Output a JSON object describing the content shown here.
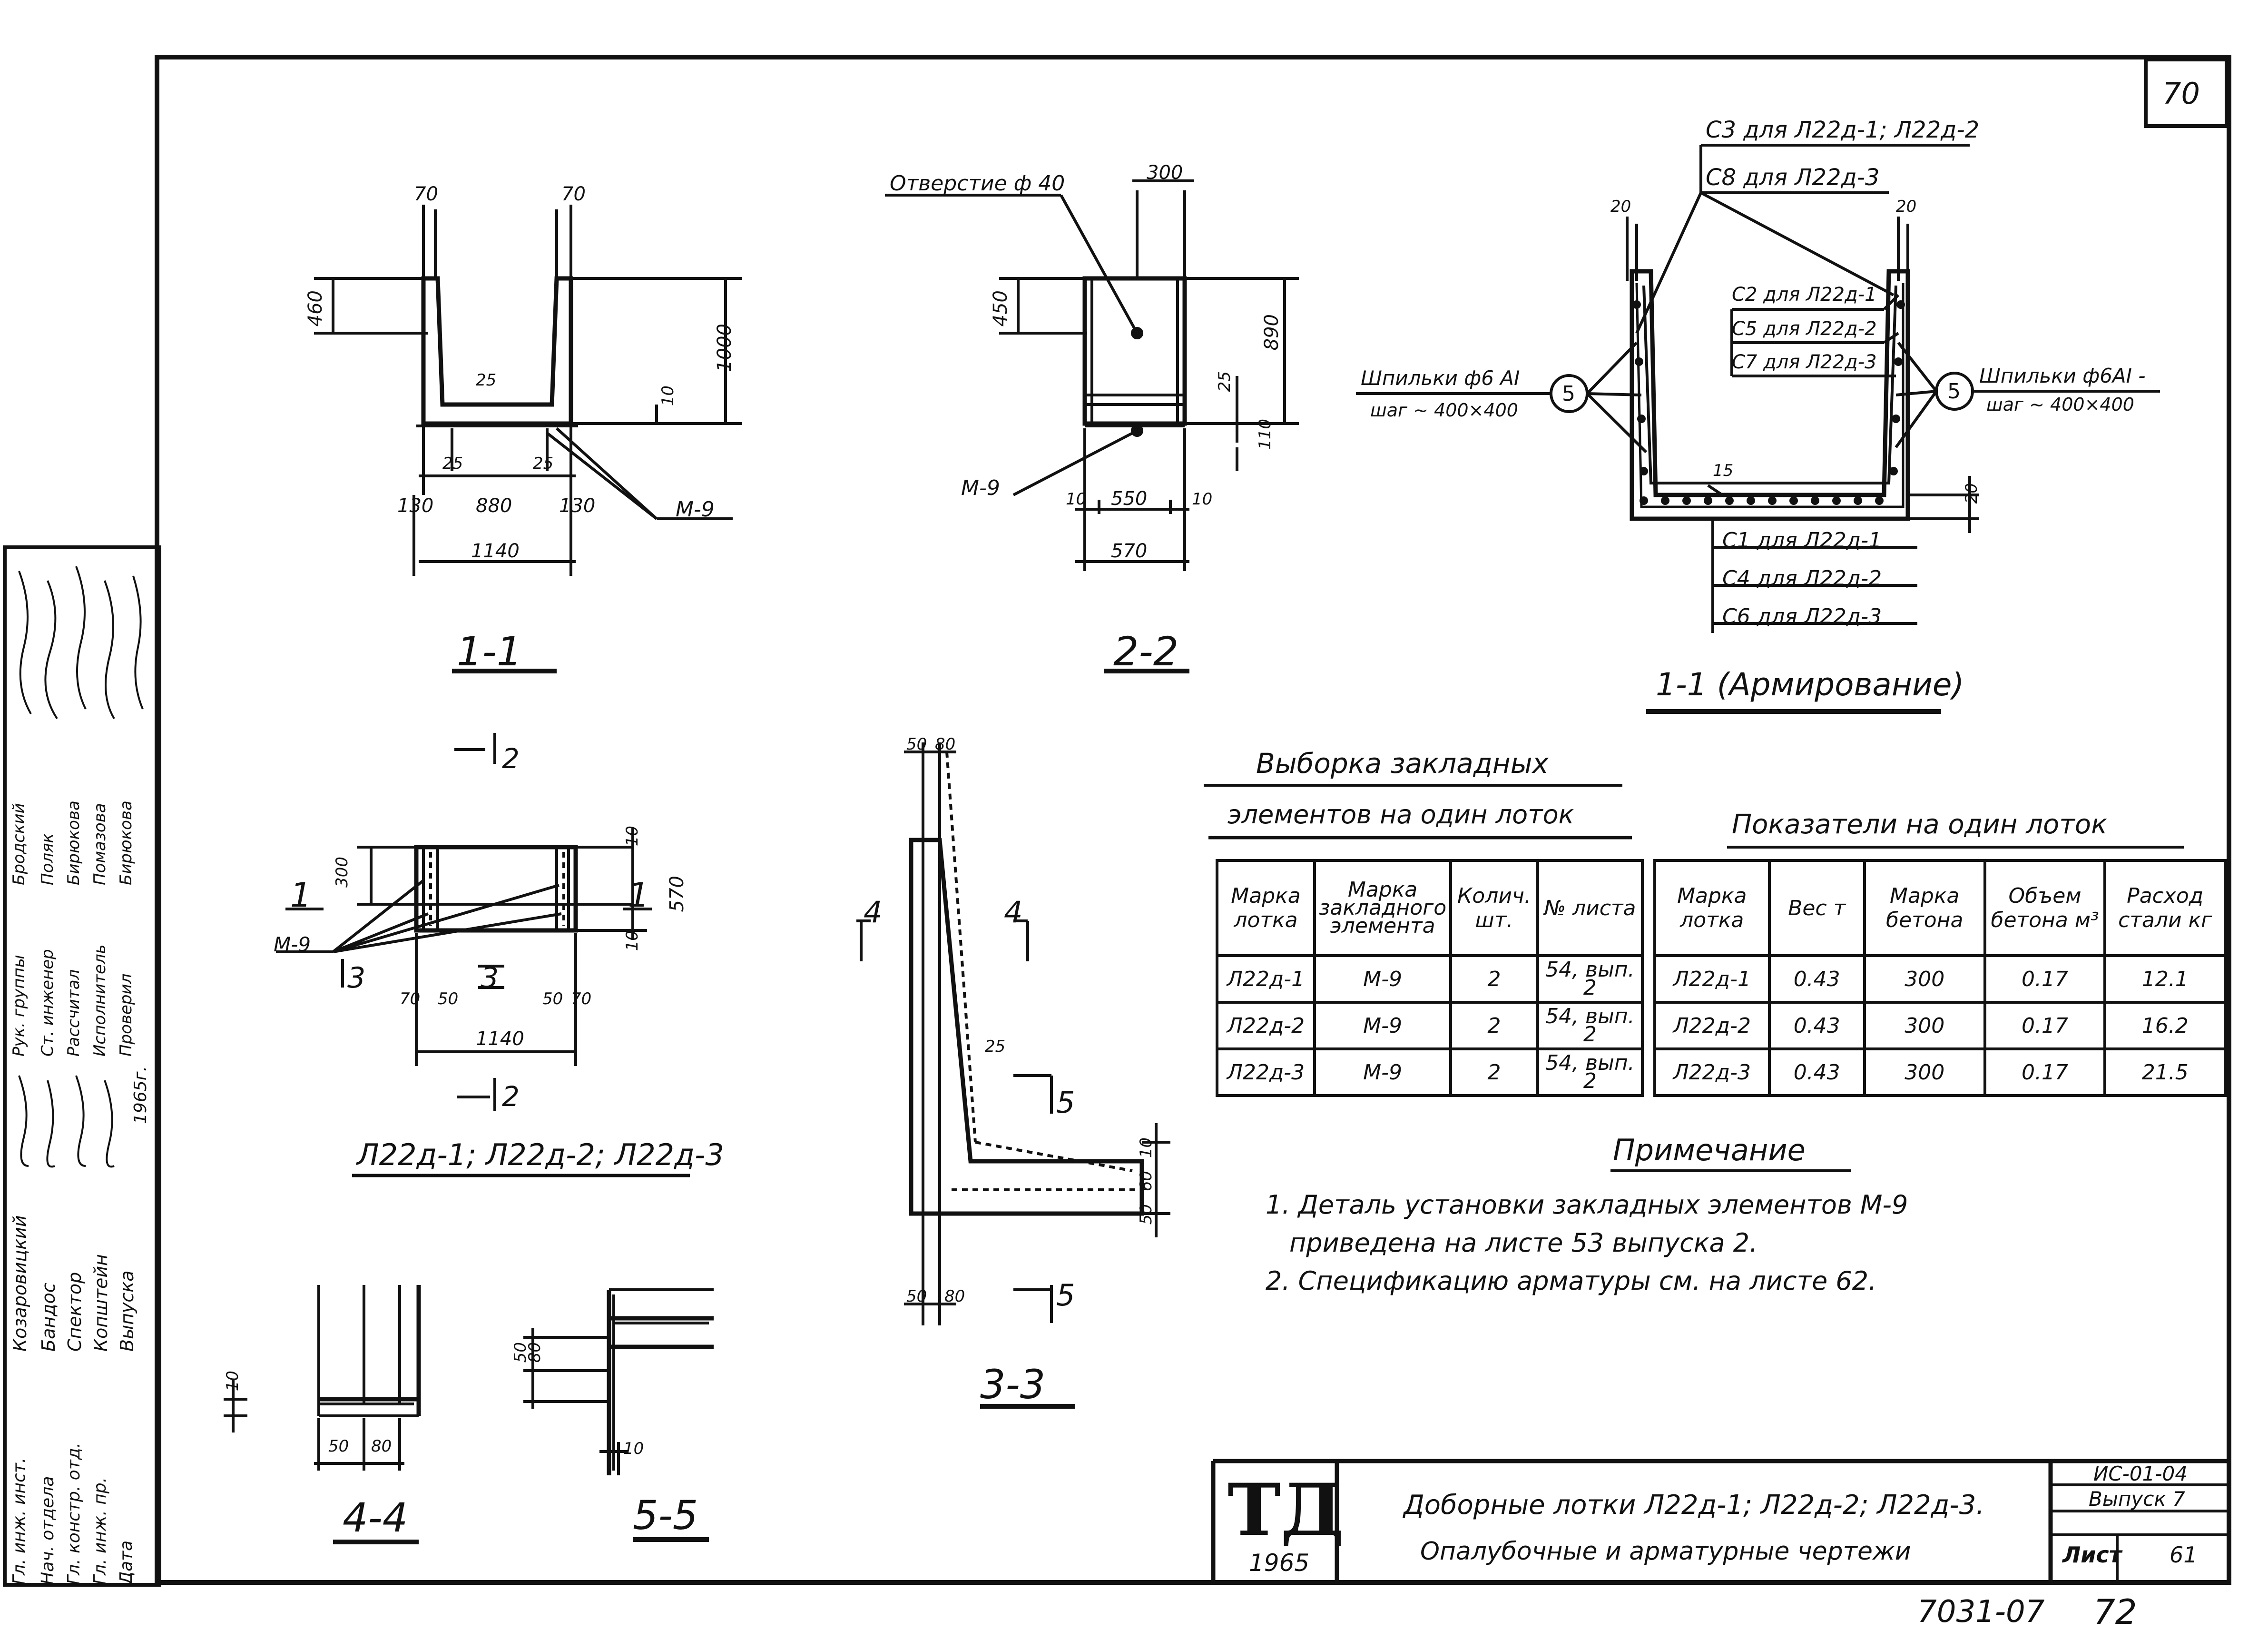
{
  "sheet_no": "70",
  "footer_left": "7031-07",
  "footer_right": "72",
  "sections": {
    "s11": "1-1",
    "s22": "2-2",
    "s33": "3-3",
    "s44": "4-4",
    "s55": "5-5",
    "s11a": "1-1 (Армирование)",
    "plan": "Л22д-1; Л22д-2; Л22д-3"
  },
  "dims_11": {
    "d70a": "70",
    "d70b": "70",
    "d460": "460",
    "d1000": "1000",
    "d25m": "25",
    "d10": "10",
    "d25a": "25",
    "d25b": "25",
    "d130a": "130",
    "d880": "880",
    "d130b": "130",
    "d1140": "1140",
    "m9": "М-9"
  },
  "dims_22": {
    "hole": "Отверстие ф 40",
    "d300": "300",
    "d450": "450",
    "d890": "890",
    "d25": "25",
    "d110": "110",
    "m9": "М-9",
    "d10a": "10",
    "d550": "550",
    "d10b": "10",
    "d570": "570"
  },
  "dims_plan": {
    "sec2top": "2",
    "sec2bot": "2",
    "sec1l": "1",
    "sec1r": "1",
    "d300": "300",
    "d10t": "10",
    "d570": "570",
    "d10b": "10",
    "m9": "М-9",
    "sec3": "3",
    "sec3b": "3",
    "d70a": "70",
    "d50a": "50",
    "d50b": "50",
    "d70b": "70",
    "d1140": "1140"
  },
  "dims_33": {
    "d50t": "50",
    "d80t": "80",
    "sec4l": "4",
    "sec4r": "4",
    "d25": "25",
    "sec5t": "5",
    "d10": "10",
    "d60": "60",
    "d50r": "50",
    "d50b": "50",
    "d80b": "80",
    "sec5b": "5"
  },
  "dims_44": {
    "d10": "10",
    "d50": "50",
    "d80": "80"
  },
  "dims_55": {
    "d50": "50",
    "d80": "80",
    "d10": "10"
  },
  "reinf": {
    "c3": "С3 для Л22д-1; Л22д-2",
    "c8": "С8 для Л22д-3",
    "d20a": "20",
    "d20b": "20",
    "c2": "С2 для Л22д-1",
    "c5": "С5 для Л22д-2",
    "c7": "С7 для Л22д-3",
    "pins_left_1": "Шпильки ф6 АI",
    "pins_left_2": "шаг ~ 400×400",
    "pins_right_1": "Шпильки ф6АI -",
    "pins_right_2": "шаг ~ 400×400",
    "circle": "5",
    "d15": "15",
    "d20c": "20",
    "c1": "С1 для Л22д-1",
    "c4": "С4 для Л22д-2",
    "c6": "С6 для Л22д-3"
  },
  "embedded": {
    "title1": "Выборка закладных",
    "title2": "элементов на один лоток",
    "headers": [
      "Марка лотка",
      "Марка закладного элемента",
      "Колич. шт.",
      "№ листа"
    ],
    "rows": [
      [
        "Л22д-1",
        "М-9",
        "2",
        "54, вып. 2"
      ],
      [
        "Л22д-2",
        "М-9",
        "2",
        "54, вып. 2"
      ],
      [
        "Л22д-3",
        "М-9",
        "2",
        "54, вып. 2"
      ]
    ]
  },
  "indicators": {
    "title": "Показатели на один лоток",
    "headers": [
      "Марка лотка",
      "Вес т",
      "Марка бетона",
      "Объем бетона м³",
      "Расход стали кг"
    ],
    "rows": [
      [
        "Л22д-1",
        "0.43",
        "300",
        "0.17",
        "12.1"
      ],
      [
        "Л22д-2",
        "0.43",
        "300",
        "0.17",
        "16.2"
      ],
      [
        "Л22д-3",
        "0.43",
        "300",
        "0.17",
        "21.5"
      ]
    ]
  },
  "note": {
    "title": "Примечание",
    "line1": "1. Деталь установки закладных элементов М-9",
    "line1b": "приведена на листе 53 выпуска 2.",
    "line2": "2. Спецификацию арматуры см. на листе 62."
  },
  "stamp": {
    "logo": "ТД",
    "year": "1965",
    "title1": "Доборные лотки Л22д-1; Л22д-2; Л22д-3.",
    "title2": "Опалубочные и арматурные чертежи",
    "code": "ИС-01-04",
    "issue": "Выпуск 7",
    "sheet_label": "Лист",
    "sheet_num": "61"
  },
  "sidebar": {
    "roles": [
      "Гл. инж. инст.",
      "Нач. отдела",
      "Гл. констр. отд.",
      "Гл. инж. пр.",
      "Дата"
    ],
    "names": [
      "Козаровицкий",
      "Бандос",
      "Спектор",
      "Копштейн",
      "Выпуска"
    ],
    "roles2": [
      "Рук. группы",
      "Ст. инженер",
      "Рассчитал",
      "Исполнитель",
      "Проверил"
    ],
    "names2": [
      "Бродский",
      "Поляк",
      "Бирюкова",
      "Помазова",
      "Бирюкова"
    ],
    "year": "1965г."
  }
}
